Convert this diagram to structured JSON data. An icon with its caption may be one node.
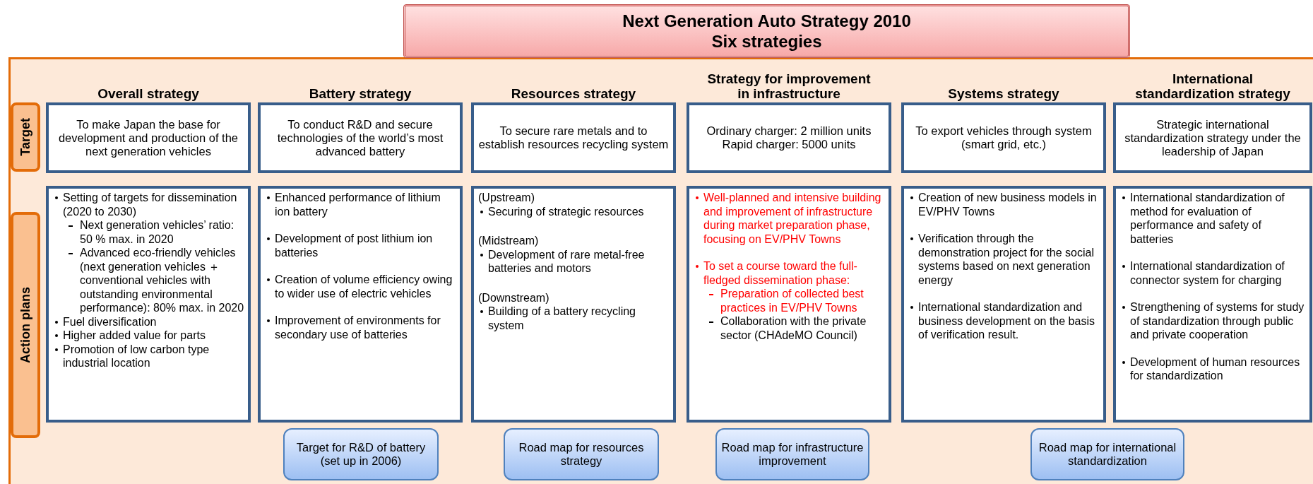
{
  "diagram": {
    "title": "Next Generation Auto Strategy 2010 Six strategies",
    "nodes": [
      {
        "text": [],
        "shape": "box"
      },
      {
        "text": [
          "Target"
        ],
        "in": 0
      },
      {
        "text": [
          "Action plans"
        ],
        "in": 0
      },
      {
        "text": [
          "To make Japan the base for development and production of the next generation vehicles"
        ],
        "in": 0,
        "beside": [
          "Overall strategy"
        ]
      },
      {
        "text": [
          "To conduct R&D and secure technologies of the world’s most advanced battery"
        ],
        "in": 0,
        "beside": [
          "Battery strategy"
        ]
      },
      {
        "text": [
          "To secure rare metals and to establish resources recycling system"
        ],
        "in": 0,
        "beside": [
          "Resources strategy"
        ]
      },
      {
        "text": [
          "Ordinary charger: 2 million units Rapid charger: 5000 units"
        ],
        "in": 0,
        "beside": [
          "Strategy for improvement in infrastructure"
        ]
      },
      {
        "text": [
          "To export vehicles through system (smart grid, etc.)"
        ],
        "in": 0,
        "beside": [
          "Systems strategy"
        ]
      },
      {
        "text": [
          "Strategic international standardization strategy under the leadership of Japan"
        ],
        "in": 0,
        "beside": [
          "International standardization strategy"
        ]
      },
      {
        "text": [
          "Setting of targets for dissemination (2020 to 2030)",
          "Next generation vehicles’ ratio: 50 % max. in 2020",
          "Advanced eco-friendly vehicles (next generation vehicles ＋ conventional vehicles with outstanding environmental performance): 80% max. in 2020",
          "Fuel diversification",
          "Higher added value for parts",
          "Promotion of low carbon type industrial location"
        ],
        "in": 0
      },
      {
        "text": [
          "Enhanced performance of lithium ion battery",
          "Development of post lithium ion batteries",
          "Creation of volume efficiency owing to wider use of electric vehicles",
          "Improvement of environments for secondary use of batteries"
        ],
        "in": 0
      },
      {
        "text": [
          "(Upstream)",
          "Securing of strategic resources",
          "(Midstream)",
          "Development of rare metal-free batteries and motors",
          "(Downstream)",
          "Building of a battery recycling system"
        ],
        "in": 0
      },
      {
        "text": [
          "Well-planned and intensive building and improvement of infrastructure during market preparation phase, focusing on EV/PHV Towns",
          "To set a course toward the full-fledged dissemination phase:",
          "Preparation of collected best practices in EV/PHV Towns",
          "Collaboration with the private sector (CHAdeMO Council)"
        ],
        "in": 0
      },
      {
        "text": [
          "Creation of new business models in EV/PHV Towns",
          "Verification through the demonstration project for the social systems based on next generation energy",
          "International standardization and business development on the basis of verification result."
        ],
        "in": 0
      },
      {
        "text": [
          "International standardization of method for evaluation of performance and safety of batteries",
          "International standardization of connector system for charging",
          "Strengthening of systems for study of standardization through public and private cooperation",
          "Development of human resources for standardization"
        ],
        "in": 0
      },
      {
        "text": [
          "Target for R&D of battery (set up in 2006)"
        ],
        "in": 0
      },
      {
        "text": [
          "Road map for resources strategy"
        ],
        "in": 0
      },
      {
        "text": [
          "Road map for infrastructure improvement"
        ],
        "in": 0
      },
      {
        "text": [
          "Road map for international standardization"
        ],
        "in": 0
      }
    ]
  }
}
